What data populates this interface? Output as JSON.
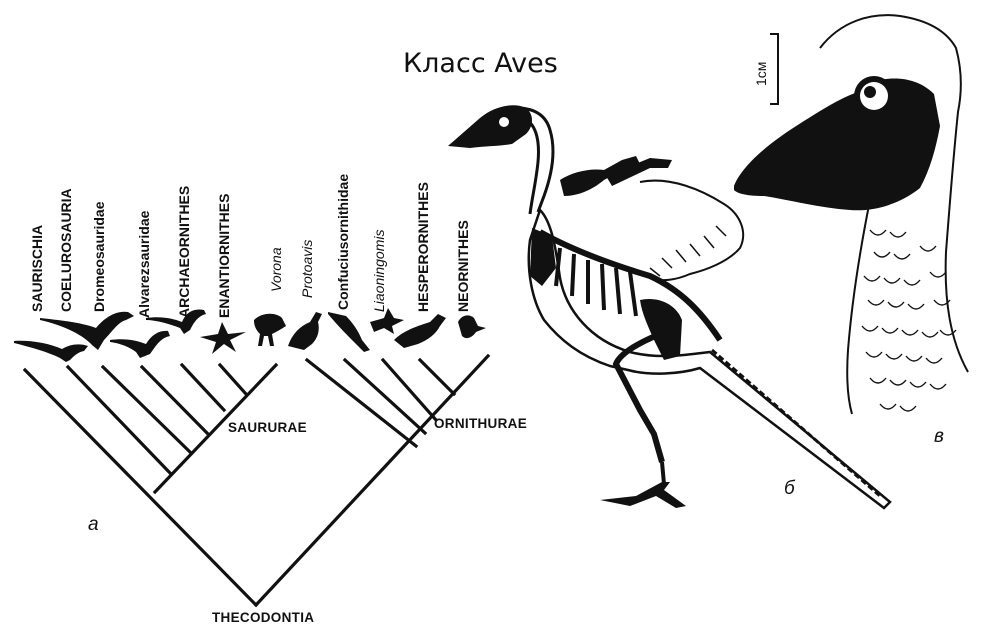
{
  "title": "Класс Aves",
  "panels": {
    "a": "а",
    "b": "б",
    "v": "в"
  },
  "scale_bar": "1см",
  "root": "THECODONTIA",
  "clades": {
    "left": "SAURURAE",
    "right": "ORNITHURAE"
  },
  "taxa": [
    {
      "label": "SAURISCHIA",
      "style": "upright"
    },
    {
      "label": "COELUROSAURIA",
      "style": "upright"
    },
    {
      "label": "Dromeosauridae",
      "style": "upright"
    },
    {
      "label": "Alvarezsauridae",
      "style": "upright"
    },
    {
      "label": "ARCHAEORNITHES",
      "style": "upright"
    },
    {
      "label": "ENANTIORNITHES",
      "style": "upright"
    },
    {
      "label": "Vorona",
      "style": "italic"
    },
    {
      "label": "Protoavis",
      "style": "italic"
    },
    {
      "label": "Confuciusornithidae",
      "style": "upright"
    },
    {
      "label": "Liaoningomis",
      "style": "italic"
    },
    {
      "label": "HESPERORNITHES",
      "style": "upright"
    },
    {
      "label": "NEORNITHES",
      "style": "upright"
    }
  ]
}
